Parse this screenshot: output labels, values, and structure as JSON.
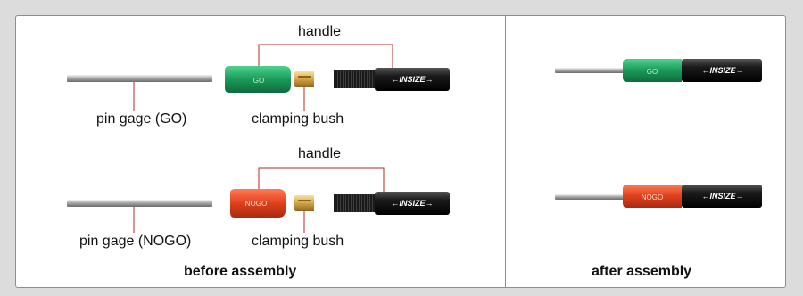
{
  "before": {
    "caption": "before assembly",
    "top": {
      "handle_label": "handle",
      "pin_label": "pin gage (GO)",
      "bush_label": "clamping bush",
      "gauge_text": "GO",
      "brand": "INSIZE"
    },
    "bottom": {
      "handle_label": "handle",
      "pin_label": "pin gage (NOGO)",
      "bush_label": "clamping bush",
      "gauge_text": "NOGO",
      "brand": "INSIZE"
    }
  },
  "after": {
    "caption": "after assembly",
    "top": {
      "gauge_text": "GO",
      "brand": "INSIZE"
    },
    "bottom": {
      "gauge_text": "NOGO",
      "brand": "INSIZE"
    }
  },
  "colors": {
    "go": "#1a9a5a",
    "nogo": "#e0401c",
    "leader": "#c0271d",
    "brass": "#d4a445",
    "handle_black": "#1b1b1b"
  }
}
